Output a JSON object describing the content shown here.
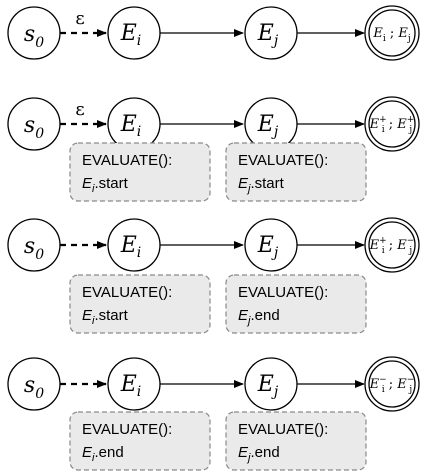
{
  "rows": [
    {
      "initial": {
        "base": "s",
        "sub": "0"
      },
      "edge_label": "ε",
      "state_a": {
        "base": "E",
        "sub": "i"
      },
      "state_b": {
        "base": "E",
        "sub": "j"
      },
      "final": {
        "a_base": "E",
        "a_sub": "i",
        "a_sup": "",
        "sep": ";",
        "b_base": "E",
        "b_sub": "j",
        "b_sup": ""
      },
      "box_a": null,
      "box_b": null
    },
    {
      "initial": {
        "base": "s",
        "sub": "0"
      },
      "edge_label": "ε",
      "state_a": {
        "base": "E",
        "sub": "i"
      },
      "state_b": {
        "base": "E",
        "sub": "j"
      },
      "final": {
        "a_base": "E",
        "a_sub": "i",
        "a_sup": "+",
        "sep": ";",
        "b_base": "E",
        "b_sub": "j",
        "b_sup": "+"
      },
      "box_a": {
        "line1": "EVALUATE():",
        "var_base": "E",
        "var_sub": "i",
        "suffix": ".start"
      },
      "box_b": {
        "line1": "EVALUATE():",
        "var_base": "E",
        "var_sub": "j",
        "suffix": ".start"
      }
    },
    {
      "initial": {
        "base": "s",
        "sub": "0"
      },
      "edge_label": "",
      "state_a": {
        "base": "E",
        "sub": "i"
      },
      "state_b": {
        "base": "E",
        "sub": "j"
      },
      "final": {
        "a_base": "E",
        "a_sub": "i",
        "a_sup": "+",
        "sep": ";",
        "b_base": "E",
        "b_sub": "j",
        "b_sup": "−"
      },
      "box_a": {
        "line1": "EVALUATE():",
        "var_base": "E",
        "var_sub": "i",
        "suffix": ".start"
      },
      "box_b": {
        "line1": "EVALUATE():",
        "var_base": "E",
        "var_sub": "j",
        "suffix": ".end"
      }
    },
    {
      "initial": {
        "base": "s",
        "sub": "0"
      },
      "edge_label": "",
      "state_a": {
        "base": "E",
        "sub": "i"
      },
      "state_b": {
        "base": "E",
        "sub": "j"
      },
      "final": {
        "a_base": "E",
        "a_sub": "i",
        "a_sup": "−",
        "sep": ";",
        "b_base": "E",
        "b_sub": "j",
        "b_sup": "−"
      },
      "box_a": {
        "line1": "EVALUATE():",
        "var_base": "E",
        "var_sub": "i",
        "suffix": ".end"
      },
      "box_b": {
        "line1": "EVALUATE():",
        "var_base": "E",
        "var_sub": "j",
        "suffix": ".end"
      }
    }
  ]
}
